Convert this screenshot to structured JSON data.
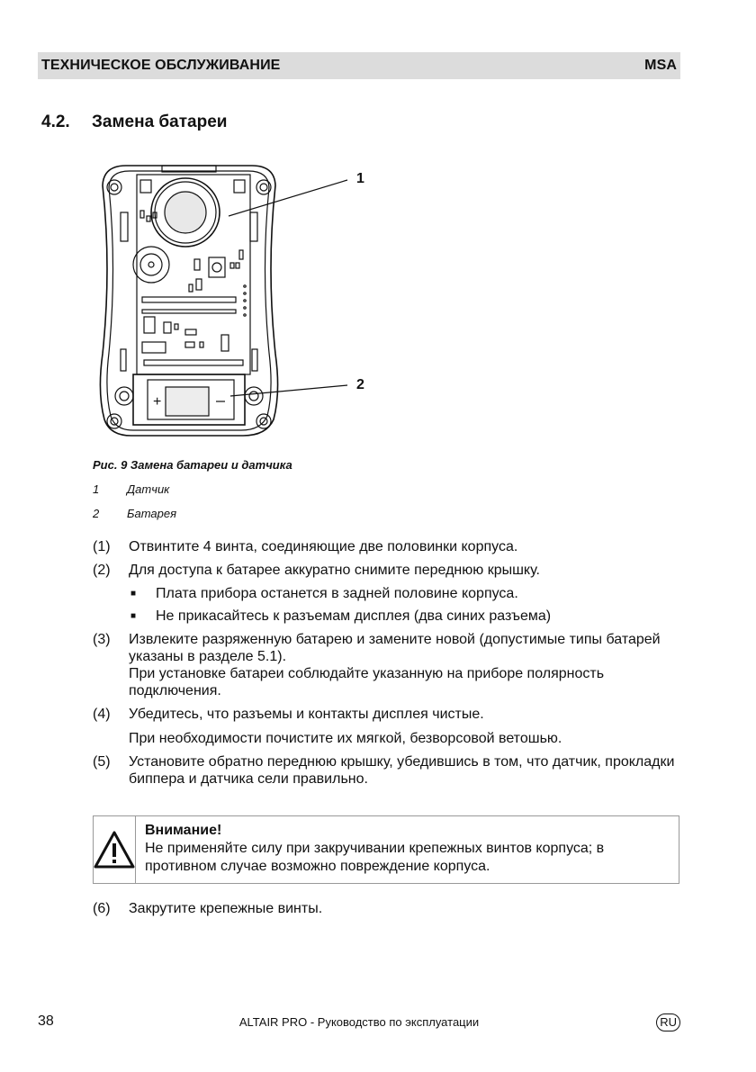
{
  "header": {
    "section": "ТЕХНИЧЕСКОЕ ОБСЛУЖИВАНИЕ",
    "brand": "MSA"
  },
  "section": {
    "number": "4.2.",
    "title": "Замена батареи"
  },
  "figure": {
    "callouts": [
      "1",
      "2"
    ],
    "caption": "Рис. 9  Замена батареи и датчика",
    "legend": [
      {
        "num": "1",
        "text": "Датчик"
      },
      {
        "num": "2",
        "text": "Батарея"
      }
    ]
  },
  "steps": {
    "s1": {
      "num": "(1)",
      "text": "Отвинтите 4 винта, соединяющие две половинки корпуса."
    },
    "s2": {
      "num": "(2)",
      "text": "Для доступа к батарее аккуратно снимите переднюю крышку."
    },
    "bullets": [
      "Плата прибора останется в задней половине корпуса.",
      "Не прикасайтесь к разъемам дисплея (два синих разъема)"
    ],
    "s3": {
      "num": "(3)",
      "p1": "Извлеките разряженную батарею и замените новой (допустимые типы батарей указаны в разделе 5.1).",
      "p2": "При установке батареи соблюдайте указанную на приборе полярность подключения."
    },
    "s4": {
      "num": "(4)",
      "p1": "Убедитесь, что разъемы и контакты дисплея чистые.",
      "p2": "При необходимости почистите их мягкой, безворсовой ветошью."
    },
    "s5": {
      "num": "(5)",
      "text": "Установите обратно переднюю крышку, убедившись в том, что датчик, прокладки биппера и датчика сели правильно."
    },
    "s6": {
      "num": "(6)",
      "text": "Закрутите крепежные винты."
    }
  },
  "warning": {
    "title": "Внимание!",
    "text": "Не применяйте силу при закручивании крепежных винтов корпуса; в противном случае возможно повреждение корпуса."
  },
  "footer": {
    "page": "38",
    "doc": "ALTAIR PRO - Руководство по эксплуатации",
    "lang": "RU"
  }
}
